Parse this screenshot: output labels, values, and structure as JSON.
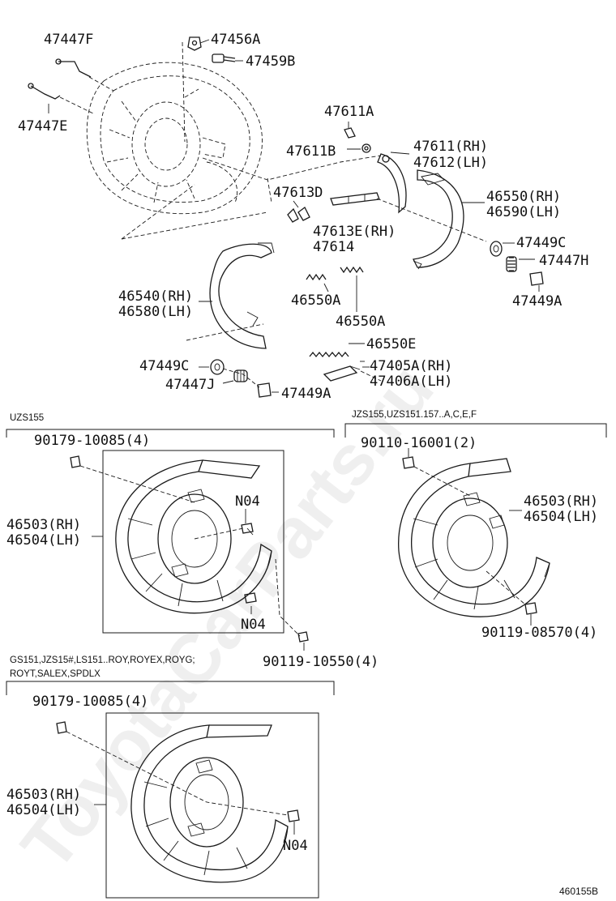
{
  "watermark": "ToyotaCarParts.ru",
  "diagram_code": "460155B",
  "sections": {
    "uzs155": "UZS155",
    "jzs155": "JZS155,UZS151.157..A,C,E,F",
    "gs151_line1": "GS151,JZS15#,LS151..ROY,ROYEX,ROYG;",
    "gs151_line2": "ROYT,SALEX,SPDLX"
  },
  "labels": {
    "p47447F": "47447F",
    "p47456A": "47456A",
    "p47459B": "47459B",
    "p47447E": "47447E",
    "p47611A": "47611A",
    "p47611B": "47611B",
    "p47611RH": "47611(RH)",
    "p47612LH": "47612(LH)",
    "p47613D": "47613D",
    "p46550RH": "46550(RH)",
    "p46590LH": "46590(LH)",
    "p47613ERH": "47613E(RH)",
    "p47614": "47614",
    "p47449C_r": "47449C",
    "p47447H": "47447H",
    "p47449A_r": "47449A",
    "p46540RH": "46540(RH)",
    "p46580LH": "46580(LH)",
    "p46550A_1": "46550A",
    "p46550A_2": "46550A",
    "p46550E": "46550E",
    "p47449C_l": "47449C",
    "p47405ARH": "47405A(RH)",
    "p47406ALH": "47406A(LH)",
    "p47447J": "47447J",
    "p47449A_l": "47449A",
    "s1_bolt": "90179-10085(4)",
    "s1_rh": "46503(RH)",
    "s1_lh": "46504(LH)",
    "s1_n04a": "N04",
    "s1_n04b": "N04",
    "s1_bolt2": "90119-10550(4)",
    "s2_bolt": "90110-16001(2)",
    "s2_rh": "46503(RH)",
    "s2_lh": "46504(LH)",
    "s2_bolt2": "90119-08570(4)",
    "s3_bolt": "90179-10085(4)",
    "s3_rh": "46503(RH)",
    "s3_lh": "46504(LH)",
    "s3_n04": "N04"
  }
}
